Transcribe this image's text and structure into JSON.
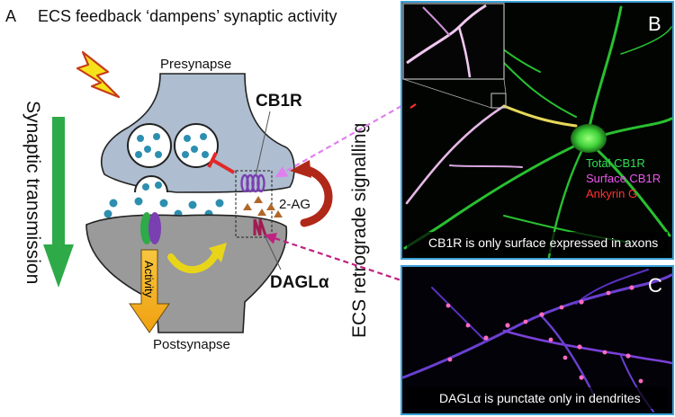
{
  "panel_a": {
    "letter": "A",
    "title": "ECS feedback ‘dampens’ synaptic activity",
    "presynapse_label": "Presynapse",
    "postsynapse_label": "Postsynapse",
    "synaptic_transmission_label": "Synaptic transmission",
    "cb1r_label": "CB1R",
    "dagla_label": "DAGLα",
    "two_ag_label": "2-AG",
    "activity_label": "Activity",
    "retrograde_label": "ECS retrograde signalling"
  },
  "panel_b": {
    "letter": "B",
    "legend": [
      {
        "text": "Total CB1R",
        "color": "#33dd55"
      },
      {
        "text": "Surface CB1R",
        "color": "#ee55ee"
      },
      {
        "text": "Ankyrin G",
        "color": "#ff3333"
      }
    ],
    "caption": "CB1R is only surface expressed in axons"
  },
  "panel_c": {
    "letter": "C",
    "caption": "DAGLα is punctate only in dendrites"
  },
  "colors": {
    "presynapse": "#aebdcf",
    "postsynapse": "#9a9a9a",
    "vesicle_dot": "#2d8fb0",
    "green_arrow": "#2eaa48",
    "activity_arrow": "#f4b51c",
    "cb1r": "#7a3fb0",
    "dagla": "#a01c52",
    "feedback_arrow": "#b02818",
    "micrograph_border": "#3aa0d8",
    "dashed_pink": "#e080f0",
    "dashed_magenta": "#c02080"
  }
}
